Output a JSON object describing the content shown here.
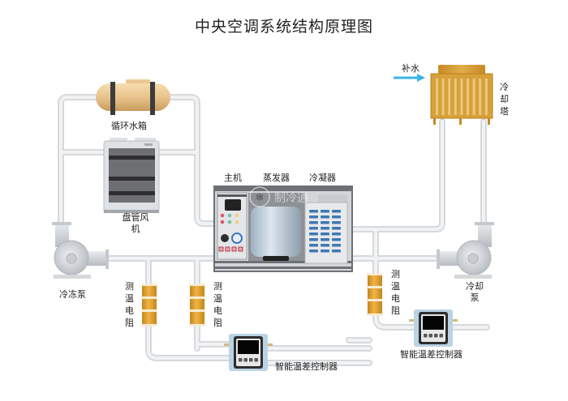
{
  "title": "中央空调系统结构原理图",
  "labels": {
    "water_tank": "循环水箱",
    "fan_coil_line1": "盘管风",
    "fan_coil_line2": "机",
    "main_unit": "主机",
    "evaporator": "蒸发器",
    "condenser": "冷凝器",
    "cooling_tower": "冷却塔",
    "makeup_water": "补水",
    "chilled_pump": "冷冻泵",
    "cooling_pump_line1": "冷却",
    "cooling_pump_line2": "泵",
    "temp_sensor_1": "测温电阻",
    "temp_sensor_2": "测温电阻",
    "temp_sensor_3": "测温电阻",
    "controller_1": "智能温差控制器",
    "controller_2": "智能温差控制器"
  },
  "watermark": "制冷通",
  "colors": {
    "pipe": "#e6e8ea",
    "pipe_edge": "#d2d5d8",
    "tank": "#e8c48c",
    "tower": "#d9a23a",
    "sensor": "#e0a032",
    "arrow": "#3bb4e5",
    "controller_bg": "#b9d4e4",
    "unit_frame": "#6d7075"
  }
}
